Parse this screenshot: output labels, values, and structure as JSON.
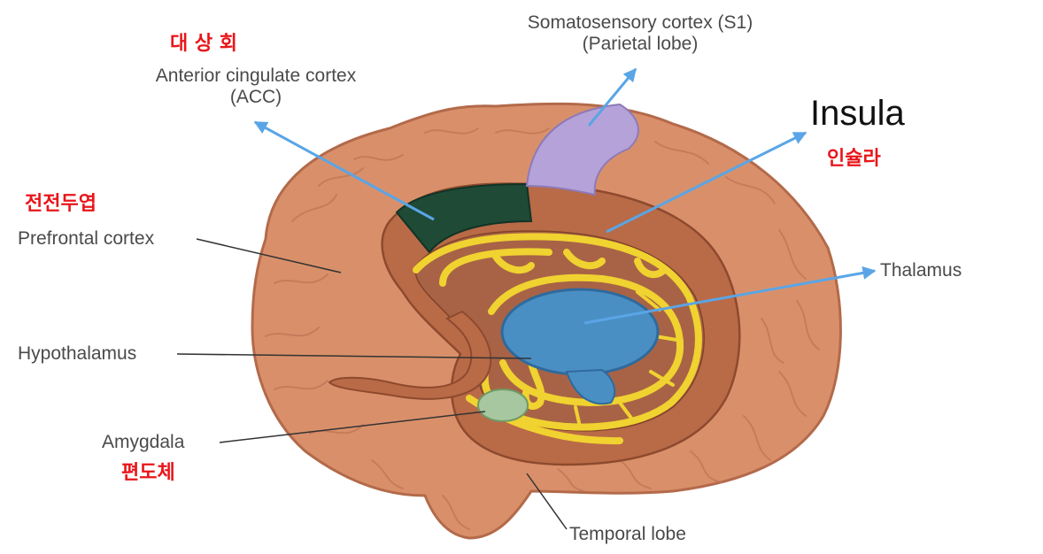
{
  "labels": {
    "s1_line1": "Somatosensory cortex (S1)",
    "s1_line2": "(Parietal lobe)",
    "acc_line1": "Anterior cingulate cortex",
    "acc_line2": "(ACC)",
    "insula": "Insula",
    "prefrontal": "Prefrontal cortex",
    "thalamus": "Thalamus",
    "hypothalamus": "Hypothalamus",
    "amygdala": "Amygdala",
    "temporal": "Temporal lobe"
  },
  "korean_labels": {
    "acc": "대 상 회",
    "insula": "인슐라",
    "prefrontal": "전전두엽",
    "amygdala": "편도체"
  },
  "colors": {
    "brain": "#d9906a",
    "limbic_ring": "#b96a47",
    "fornix": "#f0d230",
    "thalamus": "#4a8fc4",
    "acc": "#1e4a36",
    "s1": "#b5a2d8",
    "amygdala": "#a7c7a0",
    "arrow": "#5aa5e6",
    "korean_text": "#e8161b"
  },
  "icons": {
    "arrow": "arrow-icon"
  }
}
